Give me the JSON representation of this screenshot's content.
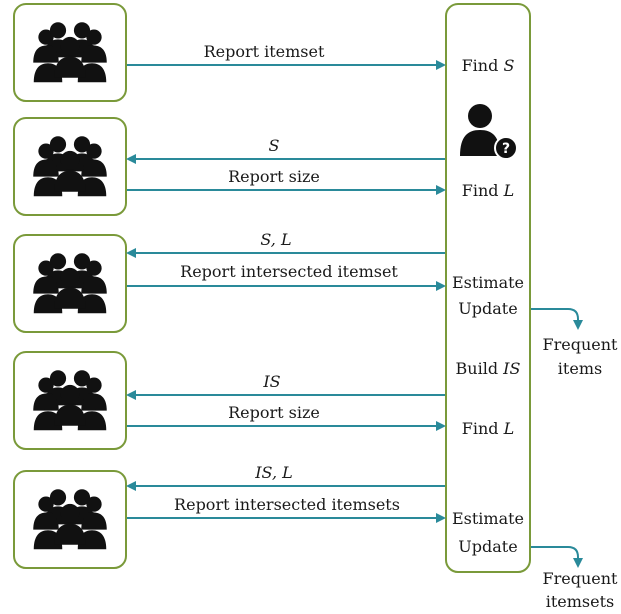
{
  "server": {
    "steps": [
      {
        "text": "Find ",
        "var": "S"
      },
      {
        "text": "Find ",
        "var": "L"
      },
      {
        "text": "Estimate",
        "var": ""
      },
      {
        "text": "Update",
        "var": ""
      },
      {
        "text": "Build ",
        "var": "IS"
      },
      {
        "text": "Find ",
        "var": "L"
      },
      {
        "text": "Estimate",
        "var": ""
      },
      {
        "text": "Update",
        "var": ""
      }
    ],
    "icon": "unknown-user-icon"
  },
  "groups": [
    {
      "icon": "user-group-icon"
    },
    {
      "icon": "user-group-icon"
    },
    {
      "icon": "user-group-icon"
    },
    {
      "icon": "user-group-icon"
    },
    {
      "icon": "user-group-icon"
    }
  ],
  "messages": [
    {
      "label": "Report itemset",
      "italic": false
    },
    {
      "label": "S",
      "italic": true
    },
    {
      "label": "Report size",
      "italic": false
    },
    {
      "label": "S, L",
      "italic": true
    },
    {
      "label": "Report intersected itemset",
      "italic": false
    },
    {
      "label": "IS",
      "italic": true
    },
    {
      "label": "Report size",
      "italic": false
    },
    {
      "label": "IS, L",
      "italic": true
    },
    {
      "label": "Report intersected itemsets",
      "italic": false
    }
  ],
  "outputs": [
    {
      "line1": "Frequent",
      "line2": "items"
    },
    {
      "line1": "Frequent",
      "line2": "itemsets"
    }
  ],
  "colors": {
    "box_border": "#7a9a3a",
    "arrow": "#2a8a9a",
    "icon": "#111111"
  }
}
